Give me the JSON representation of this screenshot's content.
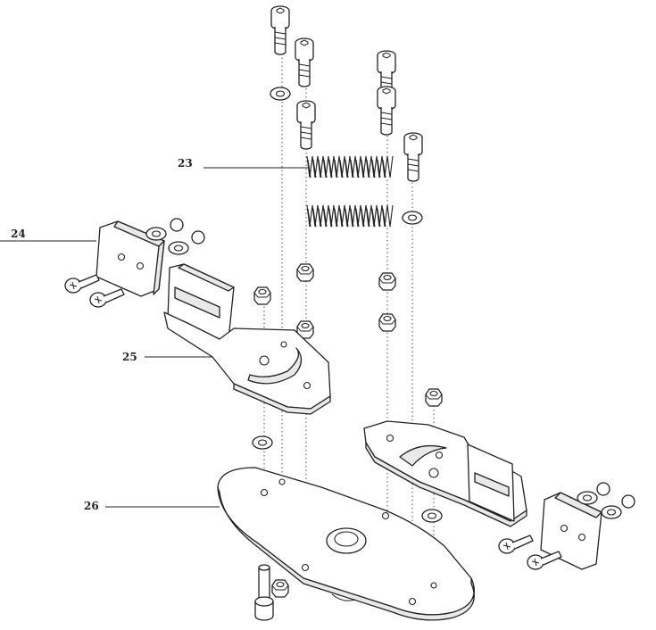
{
  "callouts": [
    {
      "id": "23",
      "text": "23"
    },
    {
      "id": "24",
      "text": "24"
    },
    {
      "id": "25",
      "text": "25"
    },
    {
      "id": "26",
      "text": "26"
    }
  ],
  "colors": {
    "line": "#222222",
    "background": "#ffffff",
    "shade": "#e9e9e9"
  }
}
